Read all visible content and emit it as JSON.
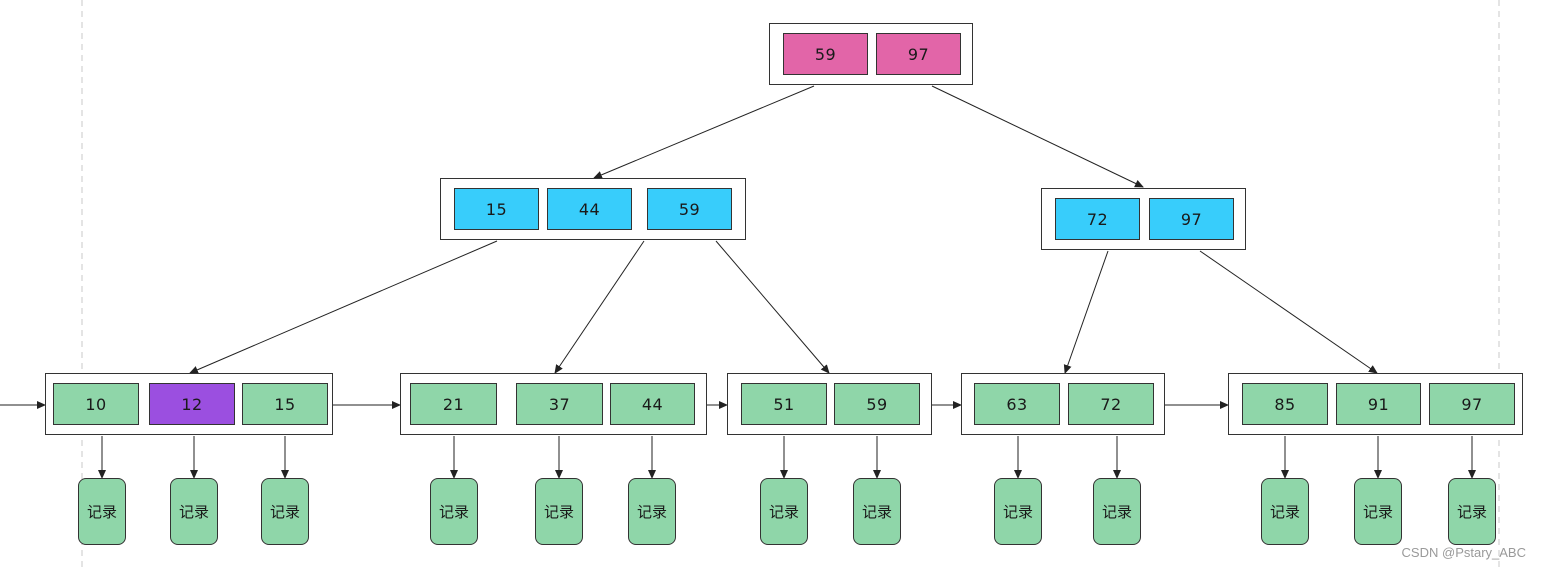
{
  "tree": {
    "root": [
      "59",
      "97"
    ],
    "internal": [
      [
        "15",
        "44",
        "59"
      ],
      [
        "72",
        "97"
      ]
    ],
    "leaves": [
      [
        "10",
        "12",
        "15"
      ],
      [
        "21",
        "37",
        "44"
      ],
      [
        "51",
        "59"
      ],
      [
        "63",
        "72"
      ],
      [
        "85",
        "91",
        "97"
      ]
    ],
    "highlighted_key": "12"
  },
  "record_label": "记录",
  "watermark": "CSDN @Pstary_ABC",
  "colors": {
    "root_key": "#e265a8",
    "internal_key": "#38cdfb",
    "leaf_key": "#8fd6a9",
    "highlight_key": "#9b4fe0",
    "record": "#8fd6a9"
  }
}
